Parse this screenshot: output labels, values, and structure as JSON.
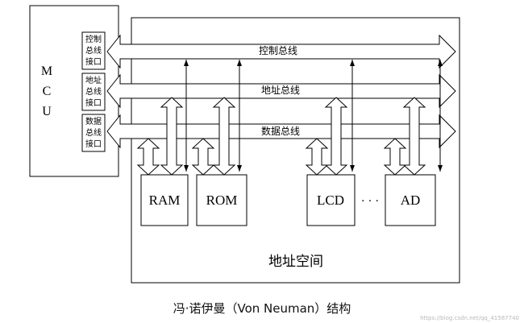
{
  "mcu": {
    "label_chars": [
      "M",
      "C",
      "U"
    ]
  },
  "interfaces": [
    {
      "chars": [
        "控制",
        "总线",
        "接口"
      ]
    },
    {
      "chars": [
        "地址",
        "总线",
        "接口"
      ]
    },
    {
      "chars": [
        "数据",
        "总线",
        "接口"
      ]
    }
  ],
  "buses": [
    {
      "label": "控制总线"
    },
    {
      "label": "地址总线"
    },
    {
      "label": "数据总线"
    }
  ],
  "modules": [
    {
      "label": "RAM"
    },
    {
      "label": "ROM"
    },
    {
      "label": "LCD"
    },
    {
      "label": "AD"
    }
  ],
  "ellipsis": "· · ·",
  "address_space_label": "地址空间",
  "caption": "冯·诺伊曼（Von Neuman）结构",
  "watermark": "https://blog.csdn.net/qq_41587740"
}
